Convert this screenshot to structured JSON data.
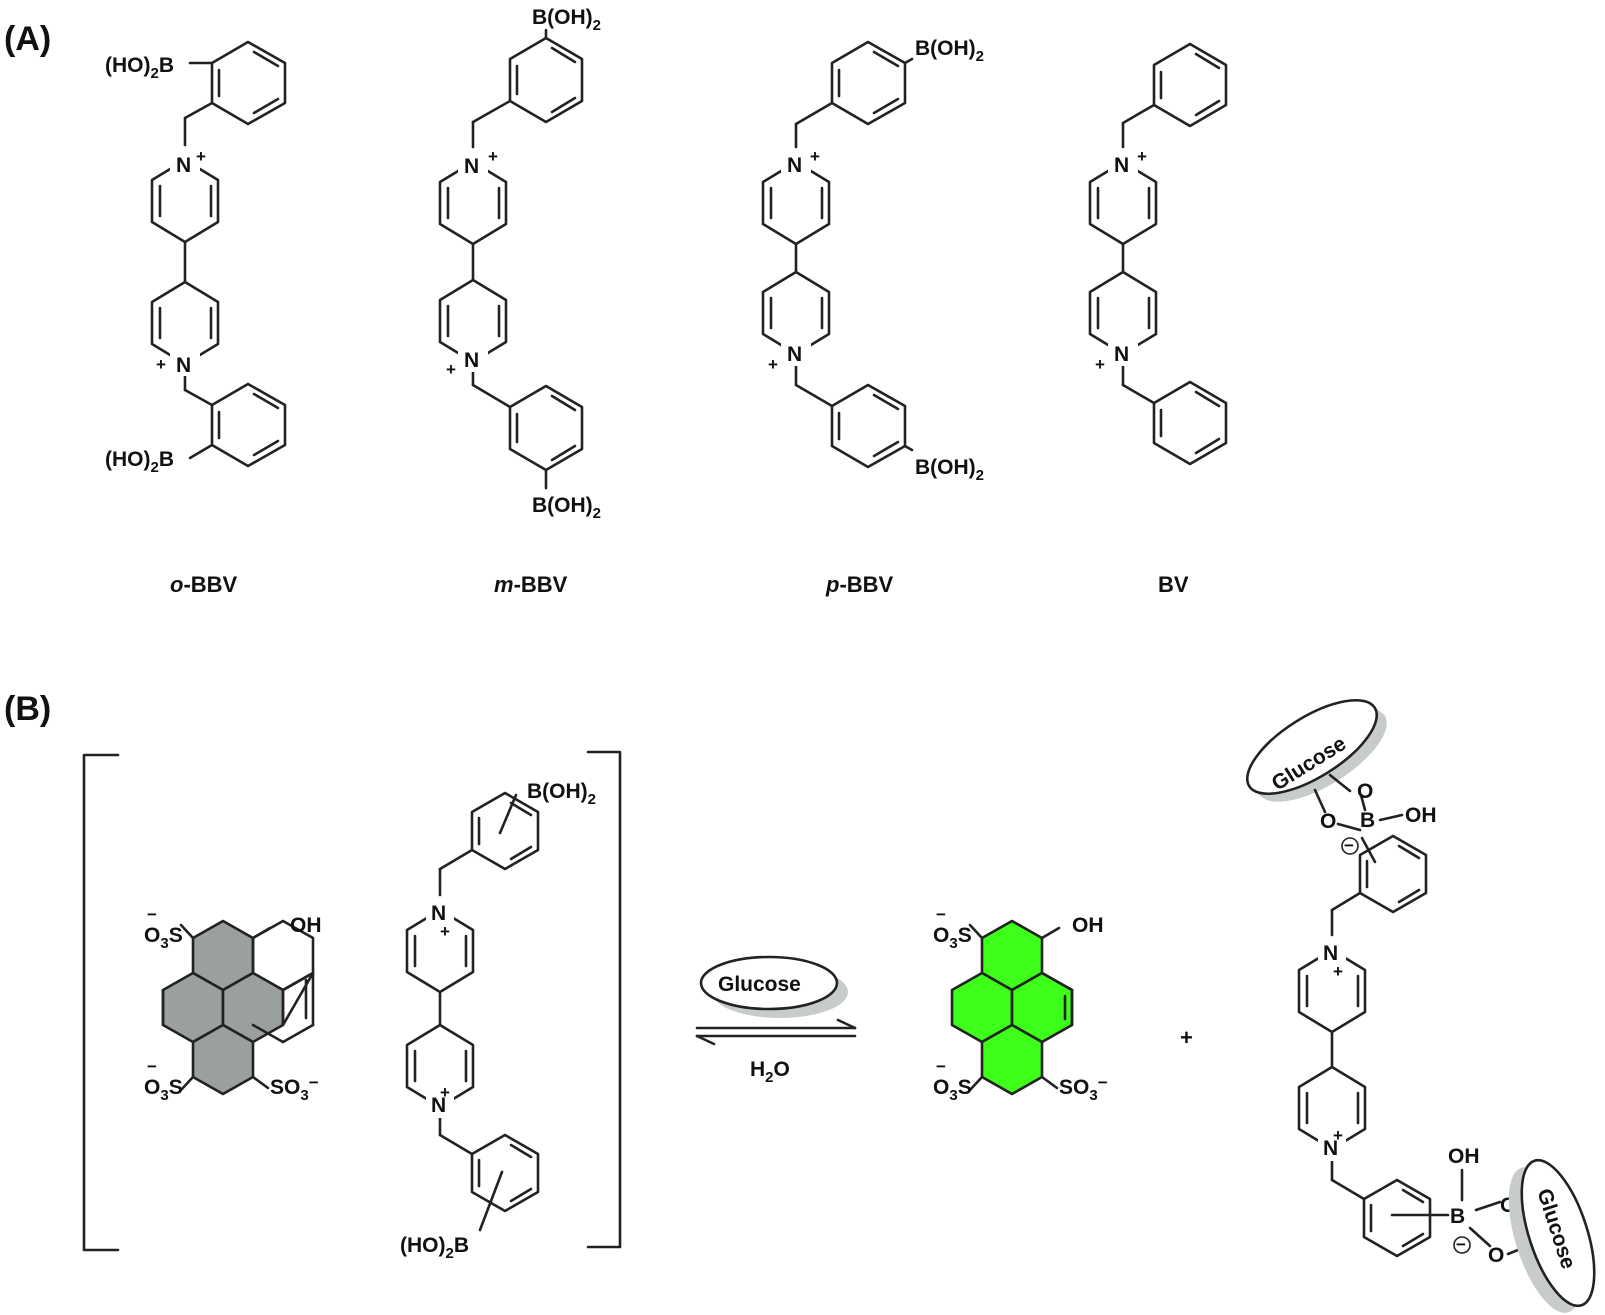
{
  "panels": {
    "a": "(A)",
    "b": "(B)"
  },
  "compounds": {
    "o_bbv": {
      "prefix": "o",
      "suffix": "-BBV"
    },
    "m_bbv": {
      "prefix": "m",
      "suffix": "-BBV"
    },
    "p_bbv": {
      "prefix": "p",
      "suffix": "-BBV"
    },
    "bv": {
      "name": "BV"
    }
  },
  "groups": {
    "boronic_left_head": "(HO)",
    "boronic_left_tail": "B",
    "boronic_right_head": "B(OH)",
    "subscript": "2",
    "sulfonate_so3_left": "O",
    "sulfonate_sub": "3",
    "sulfonate_s": "S",
    "sulfonate_right": "SO",
    "hydroxyl": "OH",
    "nitrogen": "N",
    "plus": "+",
    "minus": "−",
    "boron": "B",
    "oxygen": "O"
  },
  "reaction": {
    "reagent": "Glucose",
    "water_h": "H",
    "water_sub": "2",
    "water_o": "O",
    "plus": "+"
  },
  "colors": {
    "hpts_quenched": "#9aa09b",
    "hpts_fluorescent": "#3dff1a",
    "glucose_shadow": "#c8ccc9"
  }
}
